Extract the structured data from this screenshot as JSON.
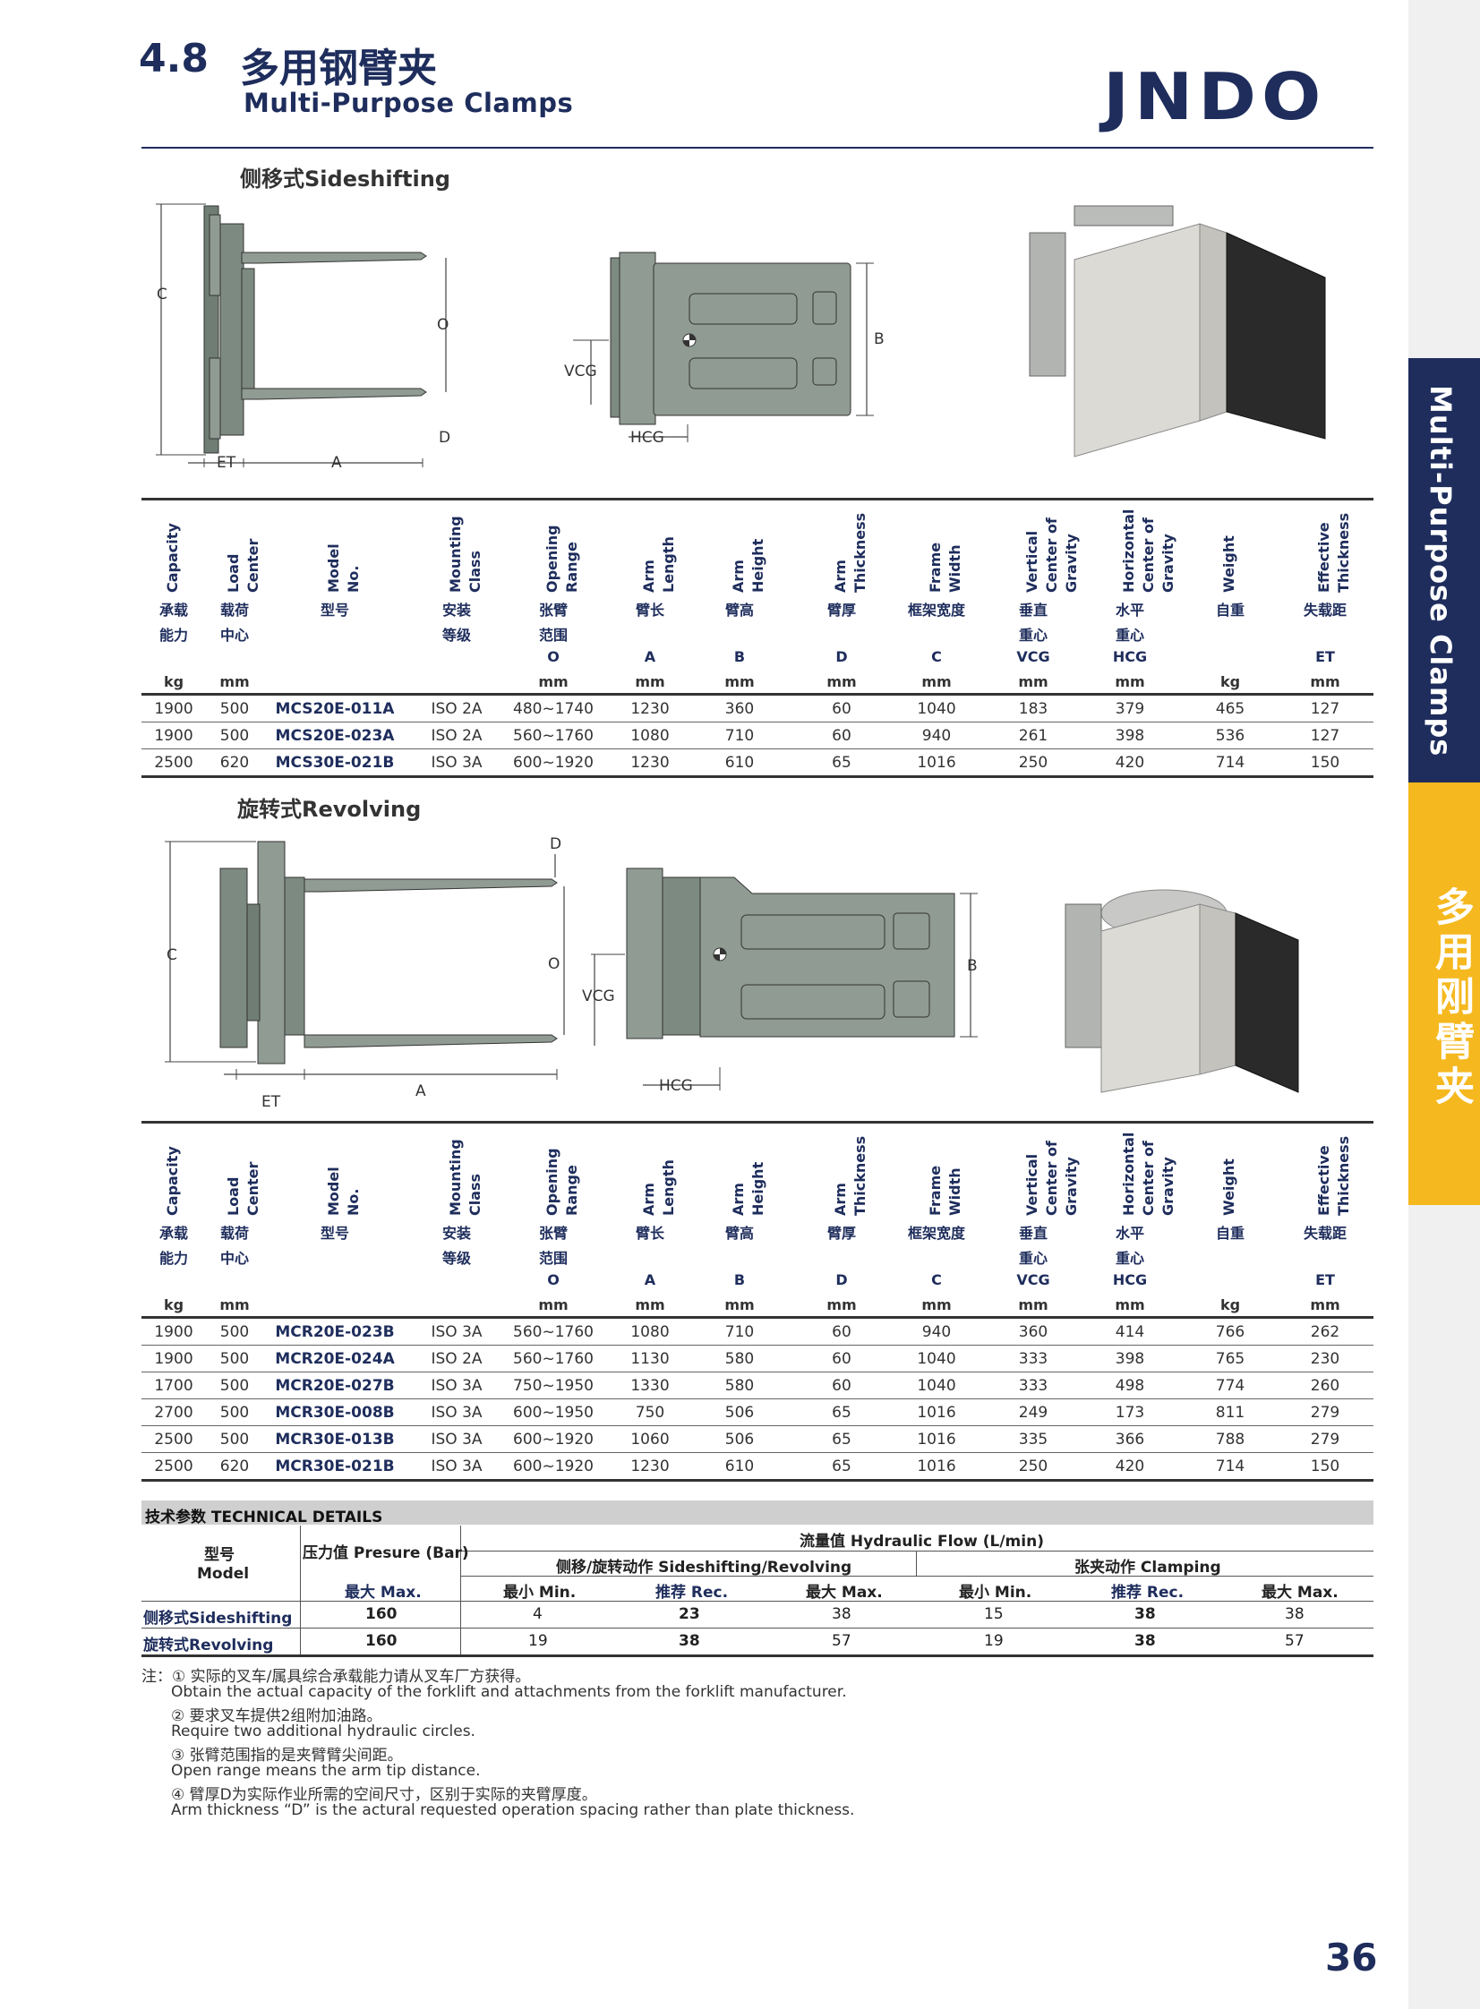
{
  "header": {
    "section_number": "4.8",
    "title_cn": "多用钢臂夹",
    "title_en": "Multi-Purpose Clamps",
    "logo": "JNDO"
  },
  "side_tab": {
    "en": "Multi-Purpose Clamps",
    "cn": "多用刚臂夹"
  },
  "section1": {
    "heading": "侧移式Sideshifting",
    "diagram_labels": {
      "C": "C",
      "O": "O",
      "D": "D",
      "ET": "ET",
      "A": "A",
      "VCG": "VCG",
      "HCG": "HCG",
      "B": "B"
    }
  },
  "section2": {
    "heading": "旋转式Revolving",
    "diagram_labels": {
      "C": "C",
      "O": "O",
      "D": "D",
      "ET": "ET",
      "A": "A",
      "VCG": "VCG",
      "HCG": "HCG",
      "B": "B"
    }
  },
  "spec_columns": [
    {
      "en": "Capacity",
      "cn1": "承载",
      "cn2": "能力",
      "sym": "",
      "unit": "kg"
    },
    {
      "en": "Load\nCenter",
      "cn1": "载荷",
      "cn2": "中心",
      "sym": "",
      "unit": "mm"
    },
    {
      "en": "Model\nNo.",
      "cn1": "型号",
      "cn2": "",
      "sym": "",
      "unit": ""
    },
    {
      "en": "Mounting\nClass",
      "cn1": "安装",
      "cn2": "等级",
      "sym": "",
      "unit": ""
    },
    {
      "en": "Opening\nRange",
      "cn1": "张臂",
      "cn2": "范围",
      "sym": "O",
      "unit": "mm"
    },
    {
      "en": "Arm\nLength",
      "cn1": "臂长",
      "cn2": "",
      "sym": "A",
      "unit": "mm"
    },
    {
      "en": "Arm\nHeight",
      "cn1": "臂高",
      "cn2": "",
      "sym": "B",
      "unit": "mm"
    },
    {
      "en": "Arm\nThickness",
      "cn1": "臂厚",
      "cn2": "",
      "sym": "D",
      "unit": "mm"
    },
    {
      "en": "Frame\nWidth",
      "cn1": "框架宽度",
      "cn2": "",
      "sym": "C",
      "unit": "mm"
    },
    {
      "en": "Vertical\nCenter of\nGravity",
      "cn1": "垂直",
      "cn2": "重心",
      "sym": "VCG",
      "unit": "mm"
    },
    {
      "en": "Horizontal\nCenter of\nGravity",
      "cn1": "水平",
      "cn2": "重心",
      "sym": "HCG",
      "unit": "mm"
    },
    {
      "en": "Weight",
      "cn1": "自重",
      "cn2": "",
      "sym": "",
      "unit": "kg"
    },
    {
      "en": "Effective\nThickness",
      "cn1": "失载距",
      "cn2": "",
      "sym": "ET",
      "unit": "mm"
    }
  ],
  "sideshifting_rows": [
    [
      "1900",
      "500",
      "MCS20E-011A",
      "ISO 2A",
      "480~1740",
      "1230",
      "360",
      "60",
      "1040",
      "183",
      "379",
      "465",
      "127"
    ],
    [
      "1900",
      "500",
      "MCS20E-023A",
      "ISO 2A",
      "560~1760",
      "1080",
      "710",
      "60",
      "940",
      "261",
      "398",
      "536",
      "127"
    ],
    [
      "2500",
      "620",
      "MCS30E-021B",
      "ISO 3A",
      "600~1920",
      "1230",
      "610",
      "65",
      "1016",
      "250",
      "420",
      "714",
      "150"
    ]
  ],
  "revolving_rows": [
    [
      "1900",
      "500",
      "MCR20E-023B",
      "ISO 3A",
      "560~1760",
      "1080",
      "710",
      "60",
      "940",
      "360",
      "414",
      "766",
      "262"
    ],
    [
      "1900",
      "500",
      "MCR20E-024A",
      "ISO 2A",
      "560~1760",
      "1130",
      "580",
      "60",
      "1040",
      "333",
      "398",
      "765",
      "230"
    ],
    [
      "1700",
      "500",
      "MCR20E-027B",
      "ISO 3A",
      "750~1950",
      "1330",
      "580",
      "60",
      "1040",
      "333",
      "498",
      "774",
      "260"
    ],
    [
      "2700",
      "500",
      "MCR30E-008B",
      "ISO 3A",
      "600~1950",
      "750",
      "506",
      "65",
      "1016",
      "249",
      "173",
      "811",
      "279"
    ],
    [
      "2500",
      "500",
      "MCR30E-013B",
      "ISO 3A",
      "600~1920",
      "1060",
      "506",
      "65",
      "1016",
      "335",
      "366",
      "788",
      "279"
    ],
    [
      "2500",
      "620",
      "MCR30E-021B",
      "ISO 3A",
      "600~1920",
      "1230",
      "610",
      "65",
      "1016",
      "250",
      "420",
      "714",
      "150"
    ]
  ],
  "tech": {
    "title": "技术参数 TECHNICAL DETAILS",
    "model_cn": "型号",
    "model_en": "Model",
    "pressure": "压力值 Presure (Bar)",
    "flow": "流量值 Hydraulic Flow  (L/min)",
    "group1": "侧移/旋转动作 Sideshifting/Revolving",
    "group2": "张夹动作 Clamping",
    "max": "最大 Max.",
    "min": "最小 Min.",
    "rec": "推荐 Rec.",
    "rows": [
      {
        "label": "侧移式Sideshifting",
        "pressure": "160",
        "s_min": "4",
        "s_rec": "23",
        "s_max": "38",
        "c_min": "15",
        "c_rec": "38",
        "c_max": "38"
      },
      {
        "label": "旋转式Revolving",
        "pressure": "160",
        "s_min": "19",
        "s_rec": "38",
        "s_max": "57",
        "c_min": "19",
        "c_rec": "38",
        "c_max": "57"
      }
    ]
  },
  "notes": [
    "注：① 实际的叉车/属具综合承载能力请从叉车厂方获得。",
    "Obtain the actual capacity of the forklift and attachments from the forklift manufacturer.",
    "② 要求叉车提供2组附加油路。",
    "Require two additional hydraulic circles.",
    "③ 张臂范围指的是夹臂臂尖间距。",
    "Open range means the arm tip distance.",
    "④ 臂厚D为实际作业所需的空间尺寸，区别于实际的夹臂厚度。",
    "Arm thickness “D” is the actural requested operation spacing rather than plate thickness."
  ],
  "page_number": "36"
}
